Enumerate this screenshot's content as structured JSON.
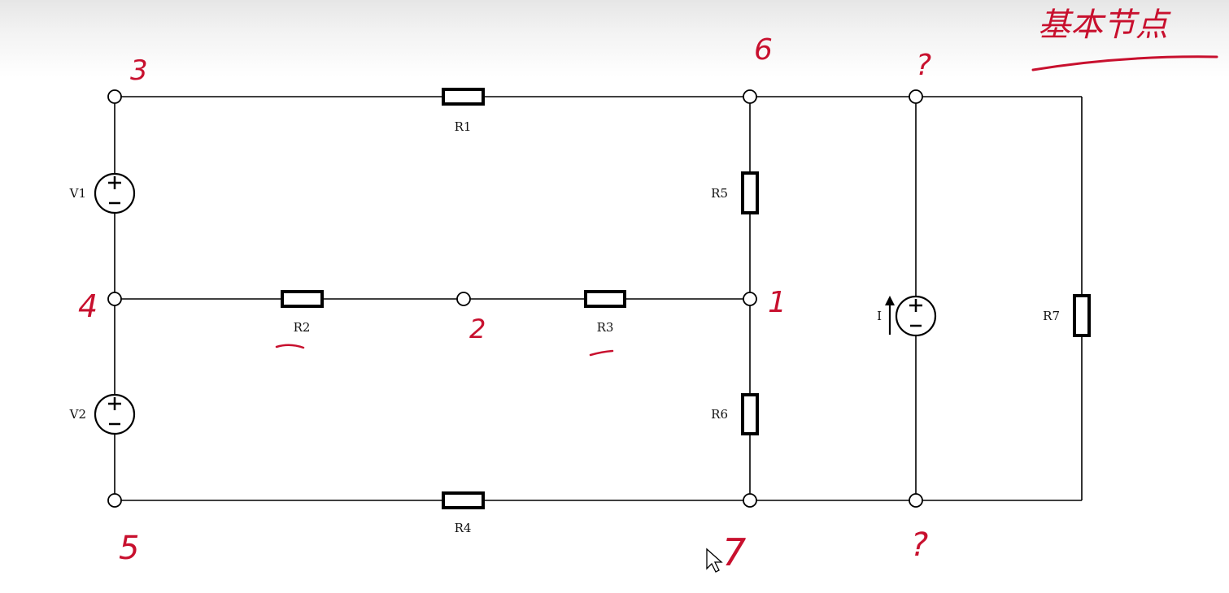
{
  "components": {
    "R1": "R1",
    "R2": "R2",
    "R3": "R3",
    "R4": "R4",
    "R5": "R5",
    "R6": "R6",
    "R7": "R7",
    "V1": "V1",
    "V2": "V2",
    "I": "I"
  },
  "handwritten_nodes": {
    "n1": "1",
    "n2": "2",
    "n3": "3",
    "n4": "4",
    "n5": "5",
    "n6": "6",
    "n7": "7",
    "q_top": "?",
    "q_bottom": "?"
  },
  "annotation_top_right": "基本节点",
  "colors": {
    "ink": "#c8102e",
    "wire": "#000000"
  }
}
